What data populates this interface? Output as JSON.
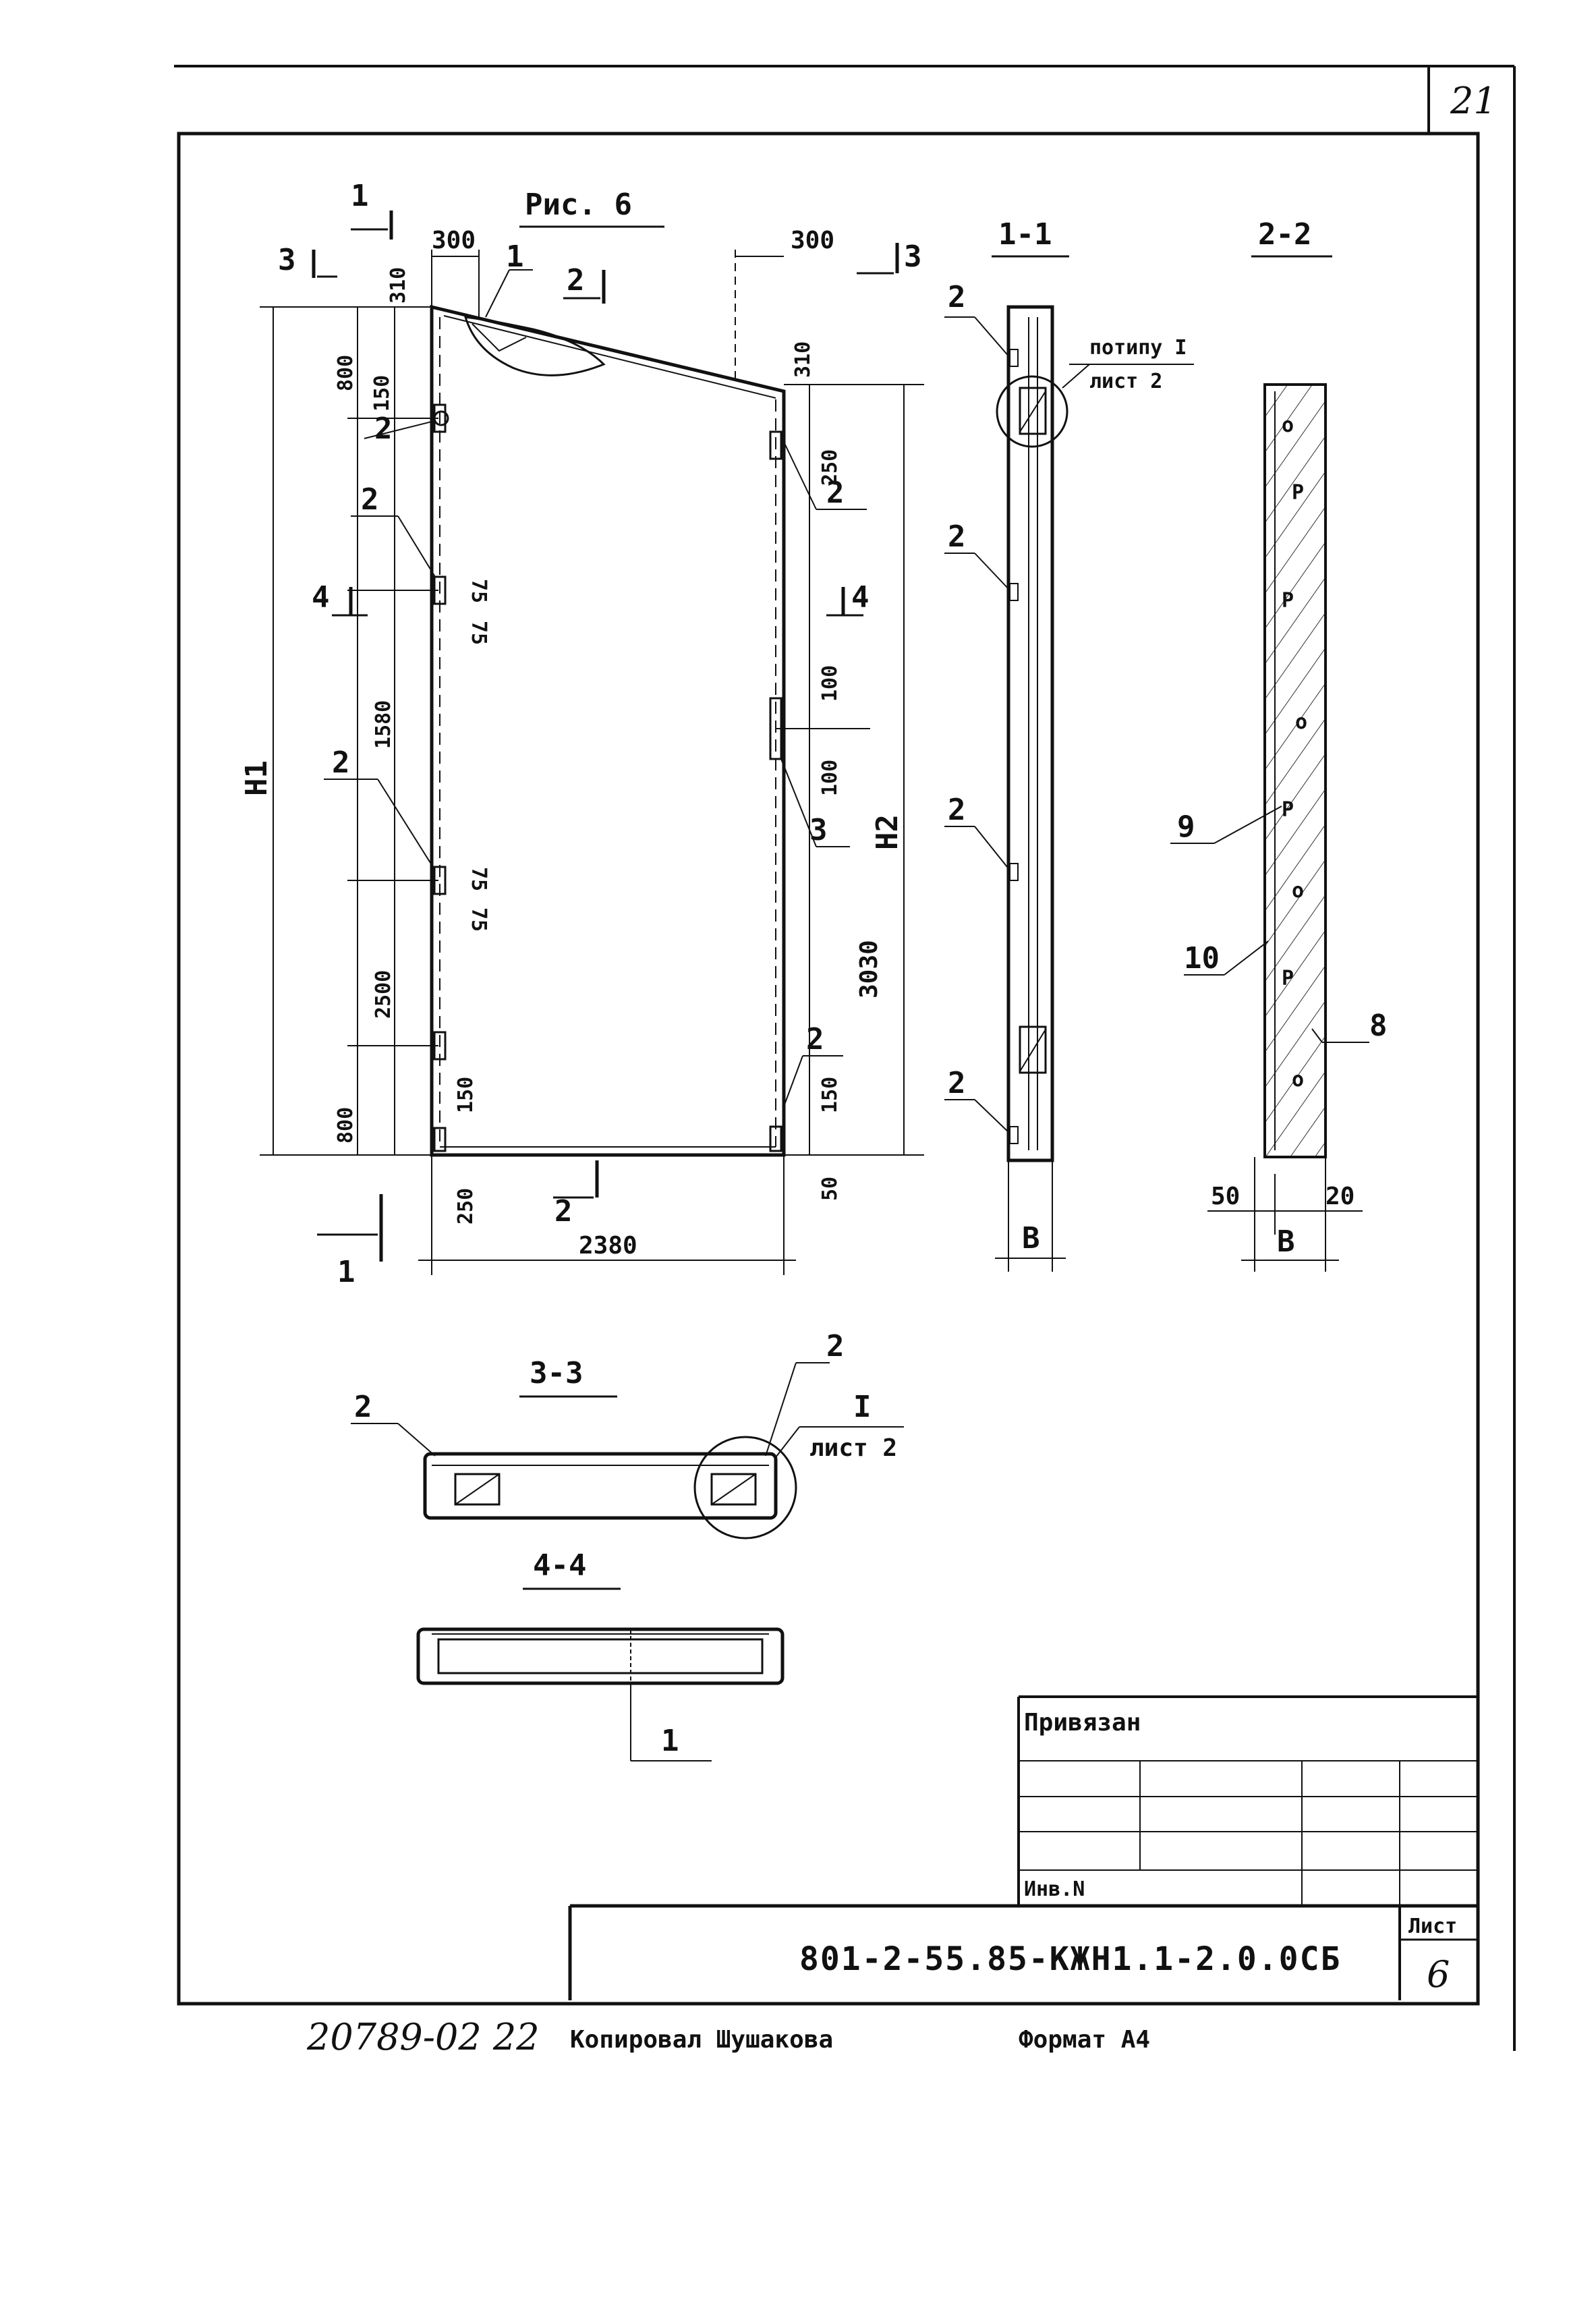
{
  "sheet": {
    "page_number": "21",
    "figure_title": "Рис. 6"
  },
  "elevation": {
    "dim_300_left": "300",
    "dim_300_right": "300",
    "dim_310_left": "310",
    "dim_310_right": "310",
    "dim_800_top": "800",
    "dim_150_top": "150",
    "dim_75_a": "75",
    "dim_75_b": "75",
    "dim_1580": "1580",
    "dim_75_c": "75",
    "dim_75_d": "75",
    "dim_2500": "2500",
    "dim_800_bottom": "800",
    "dim_150_bottom_left": "150",
    "dim_250": "250",
    "dim_2380": "2380",
    "dim_250_right": "250",
    "dim_100_a": "100",
    "dim_100_b": "100",
    "dim_3030": "3030",
    "dim_150_right": "150",
    "dim_50_right": "50",
    "label_h1": "H1",
    "label_h2": "H2"
  },
  "callouts": {
    "pos_1": "1",
    "pos_2": "2",
    "pos_3": "3",
    "pos_8": "8",
    "pos_9": "9",
    "pos_10": "10",
    "cut_1": "1",
    "cut_2": "2",
    "cut_3": "3",
    "cut_4": "4"
  },
  "section_1_1": {
    "title": "1-1",
    "note_line1": "пoтипу I",
    "note_line2": "лист 2",
    "width_label": "B"
  },
  "section_2_2": {
    "title": "2-2",
    "dim_50": "50",
    "dim_20": "20",
    "width_label": "B"
  },
  "section_3_3": {
    "title": "3-3",
    "note_line1": "I",
    "note_line2": "лист 2"
  },
  "section_4_4": {
    "title": "4-4"
  },
  "title_block": {
    "bound_label": "Привязан",
    "inv_label": "Инв.N",
    "doc_code": "801-2-55.85-КЖН1.1-2.0.0СБ",
    "sheet_label": "Лист",
    "sheet_number": "6"
  },
  "footer": {
    "order_number": "20789-02 22",
    "copied_by": "Копировал Шушакова",
    "format": "Формат А4"
  }
}
